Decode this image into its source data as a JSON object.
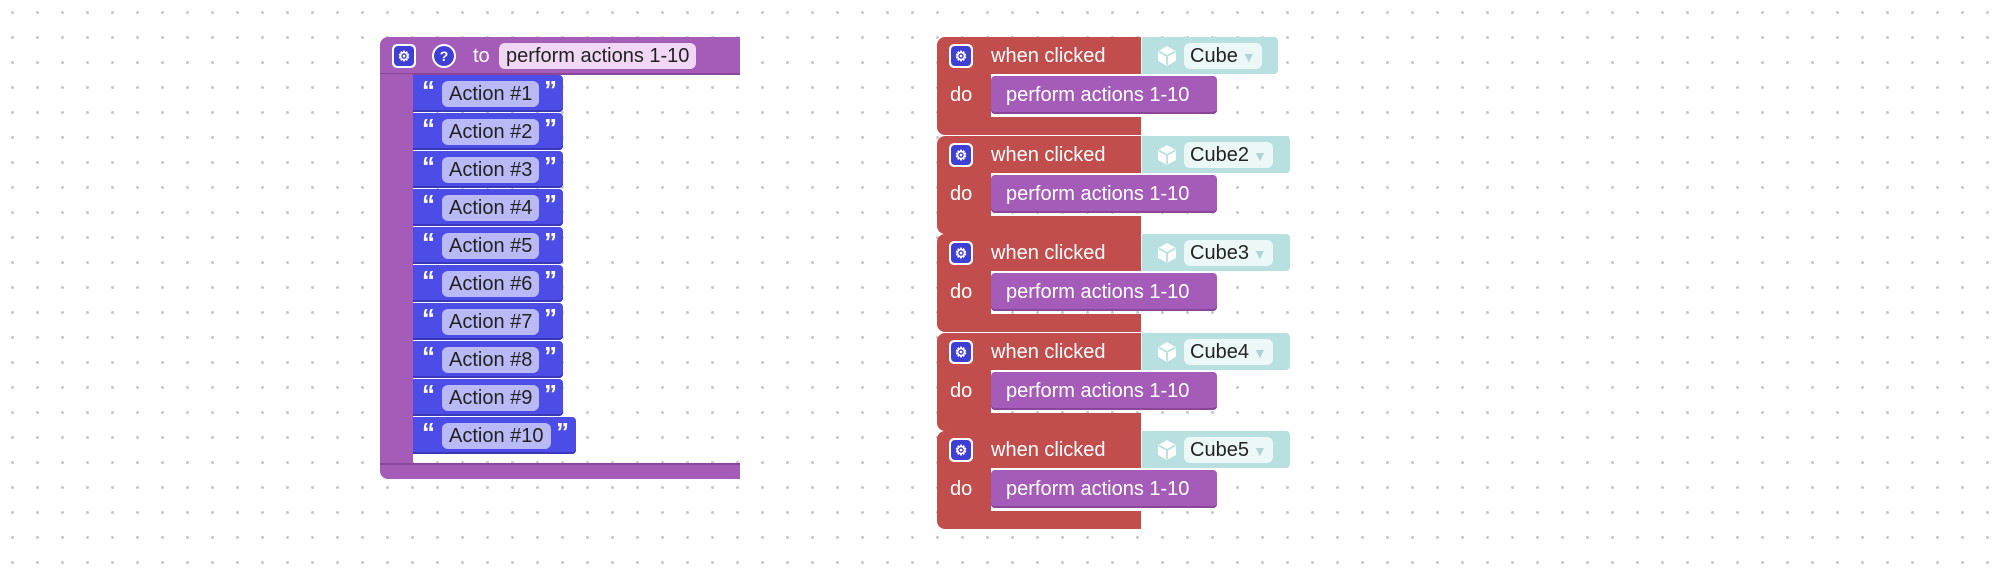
{
  "procedure": {
    "to_label": "to",
    "name": "perform actions 1-10",
    "help_glyph": "?",
    "actions": [
      "Action #1",
      "Action #2",
      "Action #3",
      "Action #4",
      "Action #5",
      "Action #6",
      "Action #7",
      "Action #8",
      "Action #9",
      "Action #10"
    ],
    "open_quote": "“",
    "close_quote": "”"
  },
  "events": [
    {
      "when_label": "when clicked",
      "do_label": "do",
      "object": "Cube",
      "call": "perform actions 1-10"
    },
    {
      "when_label": "when clicked",
      "do_label": "do",
      "object": "Cube2",
      "call": "perform actions 1-10"
    },
    {
      "when_label": "when clicked",
      "do_label": "do",
      "object": "Cube3",
      "call": "perform actions 1-10"
    },
    {
      "when_label": "when clicked",
      "do_label": "do",
      "object": "Cube4",
      "call": "perform actions 1-10"
    },
    {
      "when_label": "when clicked",
      "do_label": "do",
      "object": "Cube5",
      "call": "perform actions 1-10"
    }
  ],
  "icons": {
    "gear": "gear-icon",
    "help": "help-icon",
    "cube": "cube-icon",
    "dropdown": "dropdown-arrow-icon"
  },
  "colors": {
    "procedure": "#a55cb8",
    "text_block": "#4c4ce6",
    "event": "#c14d4d",
    "object_tag": "#b8e0e0"
  }
}
